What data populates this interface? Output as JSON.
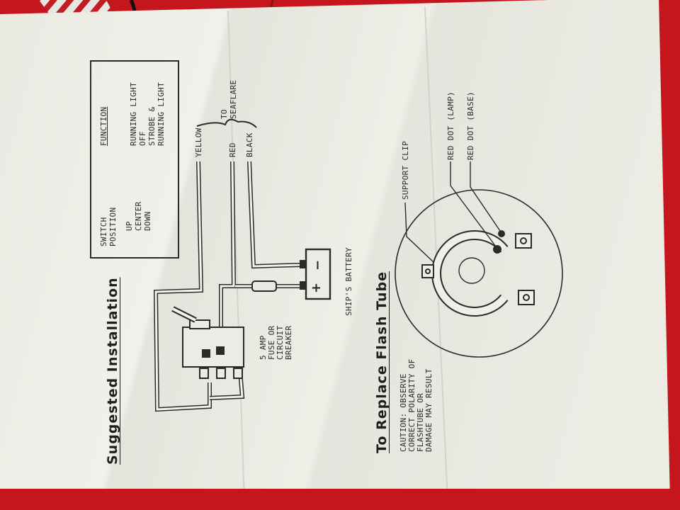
{
  "document": {
    "installation": {
      "heading": "Suggested Installation",
      "table": {
        "col1_header_line1": "SWITCH",
        "col1_header_line2": "POSITION",
        "col2_header": "FUNCTION",
        "rows": [
          {
            "position": "UP",
            "function": "RUNNING LIGHT"
          },
          {
            "position": "CENTER",
            "function": "OFF"
          },
          {
            "position": "DOWN",
            "function": "STROBE &",
            "function_cont": "RUNNING LIGHT"
          }
        ]
      },
      "wires": {
        "yellow": "YELLOW",
        "red": "RED",
        "black": "BLACK"
      },
      "to_seaflare_line1": "TO",
      "to_seaflare_line2": "SEAFLARE",
      "fuse_label": [
        "5 AMP",
        "FUSE OR",
        "CIRCUIT",
        "BREAKER"
      ],
      "battery_label": "SHIP'S BATTERY",
      "battery_minus": "−",
      "battery_plus": "+"
    },
    "flash_tube": {
      "heading": "To Replace Flash Tube",
      "caution": [
        "CAUTION: OBSERVE",
        "CORRECT POLARITY OF",
        "FLASHTUBE OR",
        "DAMAGE MAY RESULT"
      ],
      "support_clip": "SUPPORT CLIP",
      "red_dot_lamp": "RED DOT (LAMP)",
      "red_dot_base": "RED DOT (BASE)"
    }
  }
}
